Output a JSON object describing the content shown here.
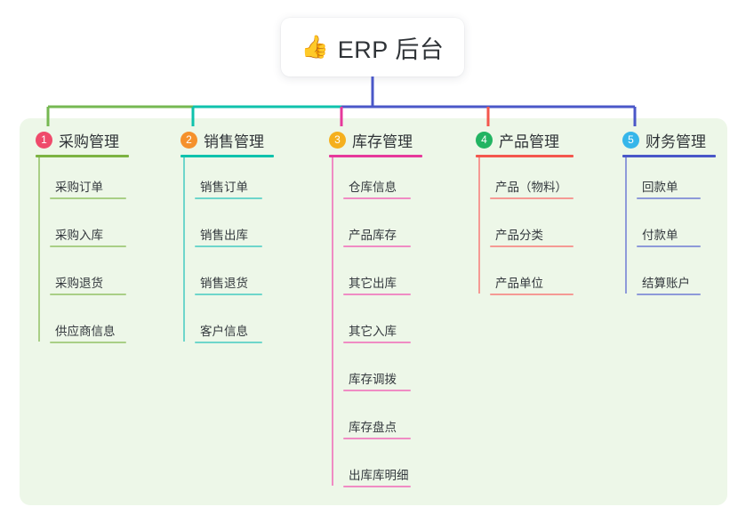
{
  "diagram": {
    "type": "org-chart",
    "root": {
      "icon": "thumbs-up-icon",
      "icon_glyph": "👍",
      "title": "ERP 后台"
    },
    "panel_background": "#edf7e8",
    "root_stem_color": "#4a57c8",
    "bus_segments": [
      {
        "color": "#76b852",
        "from": "col1",
        "to": "col2"
      },
      {
        "color": "#0fc2ac",
        "from": "col2",
        "to": "col3"
      },
      {
        "color": "#4a57c8",
        "from": "col3",
        "to": "col5"
      }
    ],
    "branches": [
      {
        "number": "1",
        "badge_color": "#ef4a6b",
        "line_color": "#7cb342",
        "leaf_line_color": "#a9cf86",
        "drop_color": "#76b852",
        "title": "采购管理",
        "items": [
          "采购订单",
          "采购入库",
          "采购退货",
          "供应商信息"
        ]
      },
      {
        "number": "2",
        "badge_color": "#f5912c",
        "line_color": "#0fc2ac",
        "leaf_line_color": "#6ed6cb",
        "drop_color": "#0fc2ac",
        "title": "销售管理",
        "items": [
          "销售订单",
          "销售出库",
          "销售退货",
          "客户信息"
        ]
      },
      {
        "number": "3",
        "badge_color": "#f5b01e",
        "line_color": "#e6399b",
        "leaf_line_color": "#f08cc4",
        "drop_color": "#e6399b",
        "title": "库存管理",
        "items": [
          "仓库信息",
          "产品库存",
          "其它出库",
          "其它入库",
          "库存调拨",
          "库存盘点",
          "出库库明细"
        ]
      },
      {
        "number": "4",
        "badge_color": "#22b462",
        "line_color": "#f4574d",
        "leaf_line_color": "#f59a94",
        "drop_color": "#f4574d",
        "title": "产品管理",
        "items": [
          "产品（物料）",
          "产品分类",
          "产品单位"
        ]
      },
      {
        "number": "5",
        "badge_color": "#36b6ea",
        "line_color": "#4a57c8",
        "leaf_line_color": "#8e9ad9",
        "drop_color": "#4a57c8",
        "title": "财务管理",
        "items": [
          "回款单",
          "付款单",
          "结算账户"
        ]
      }
    ]
  }
}
